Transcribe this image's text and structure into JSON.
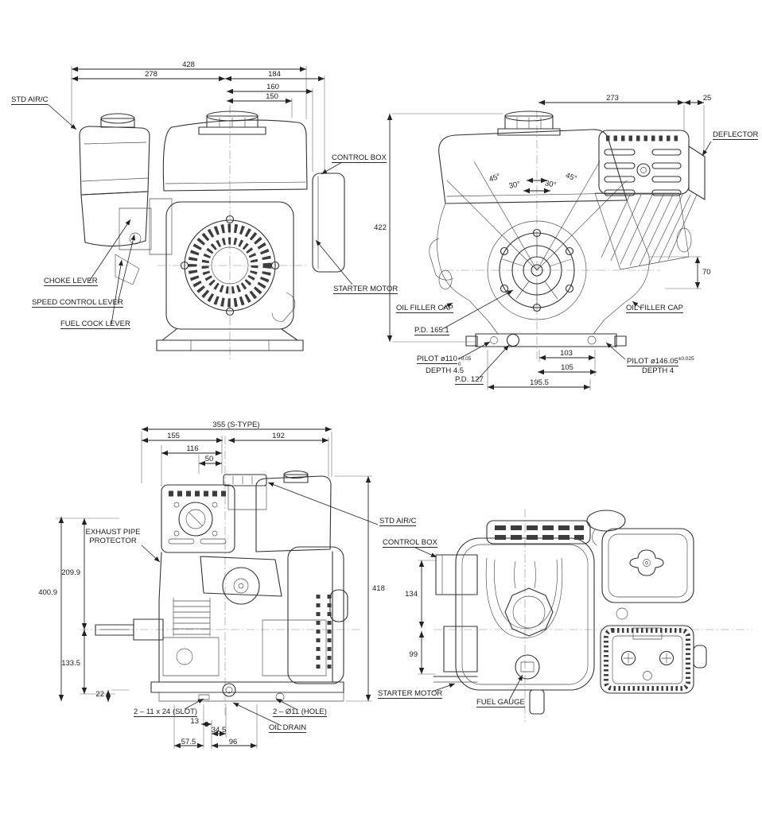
{
  "front_view": {
    "dims": {
      "w428": "428",
      "w278": "278",
      "w184": "184",
      "w160": "160",
      "w150": "150"
    },
    "callouts": {
      "std_airc": "STD AIR/C",
      "control_box": "CONTROL BOX",
      "choke_lever": "CHOKE LEVER",
      "speed_control_lever": "SPEED CONTROL LEVER",
      "fuel_cock_lever": "FUEL COCK LEVER",
      "starter_motor": "STARTER MOTOR"
    }
  },
  "pto_view": {
    "dims": {
      "w273": "273",
      "w25": "25",
      "h422": "422",
      "h70": "70",
      "w103": "103",
      "w105": "105",
      "w195_5": "195.5",
      "ang45l": "45°",
      "ang30l": "30°",
      "ang30r": "30°",
      "ang45r": "45°"
    },
    "callouts": {
      "deflector": "DEFLECTOR",
      "oil_filler_cap_left": "OIL FILLER CAP",
      "oil_filler_cap_right": "OIL FILLER CAP",
      "pd_165_1": "P.D. 165.1",
      "pilot_110": "PILOT ø110",
      "pilot_110_tol_upper": "+0.05",
      "pilot_110_tol_lower": "0",
      "depth_4_5": "DEPTH 4.5",
      "pd_127": "P.D. 127",
      "pilot_146": "PILOT ø146.05",
      "pilot_146_tol": "±0.025",
      "depth_4": "DEPTH 4"
    }
  },
  "side_view": {
    "dims": {
      "w355": "355 (S-TYPE)",
      "w155": "155",
      "w192": "192",
      "w116": "116",
      "w50": "50",
      "h209_9": "209.9",
      "h400_9": "400.9",
      "h133_5": "133.5",
      "h22": "22",
      "h418": "418",
      "w13": "13",
      "w34_5": "34.5",
      "w57_5": "57.5",
      "w96": "96"
    },
    "callouts": {
      "exhaust_pipe_protector": "EXHAUST PIPE PROTECTOR",
      "slot": "2 – 11 x 24 (SLOT)",
      "hole": "2 – Ø11 (HOLE)",
      "oil_drain": "OIL DRAIN",
      "std_airc": "STD AIR/C",
      "control_box": "CONTROL BOX",
      "starter_motor": "STARTER MOTOR"
    }
  },
  "top_view": {
    "dims": {
      "h134": "134",
      "h99": "99"
    },
    "callouts": {
      "fuel_gauge": "FUEL GAUGE"
    }
  },
  "colors": {
    "line": "#333333",
    "text": "#1b1b1b",
    "background": "#ffffff"
  }
}
